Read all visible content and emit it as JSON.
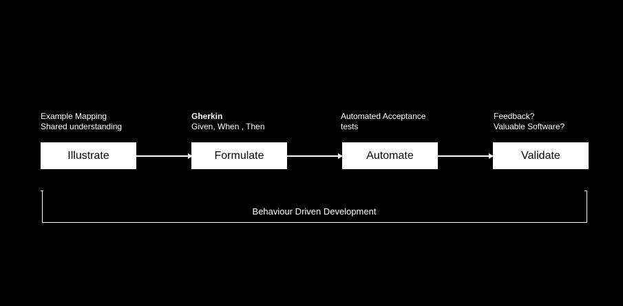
{
  "stages": [
    {
      "label": "Illustrate",
      "note_line1": "Example Mapping",
      "note_line2": "Shared understanding"
    },
    {
      "label": "Formulate",
      "note_line1": "Gherkin",
      "note_line2": "Given, When , Then"
    },
    {
      "label": "Automate",
      "note_line1": "Automated Acceptance",
      "note_line2": "tests"
    },
    {
      "label": "Validate",
      "note_line1": "Feedback?",
      "note_line2": "Valuable Software?"
    }
  ],
  "bracket": {
    "label": "Behaviour Driven Development"
  },
  "colors": {
    "background": "#000000",
    "box": "#ffffff",
    "box_text": "#000000",
    "text": "#ffffff"
  }
}
